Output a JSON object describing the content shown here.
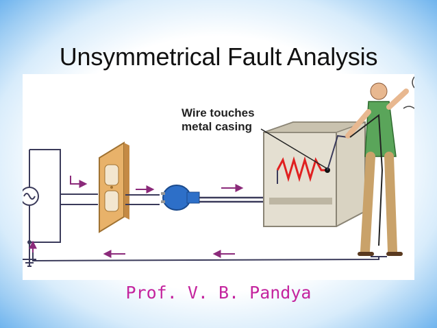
{
  "slide": {
    "title": "Unsymmetrical Fault Analysis",
    "author": "Prof. V. B. Pandya"
  },
  "figure": {
    "annotation_line1": "Wire touches",
    "annotation_line2": "metal casing"
  },
  "colors": {
    "wire": "#3a3a5a",
    "current_arrow": "#8b2a7a",
    "outlet": "#e8b26a",
    "plug": "#2d6fc8",
    "heater": "#e02020",
    "casing": "#d9d3c2",
    "author": "#c4249e"
  }
}
